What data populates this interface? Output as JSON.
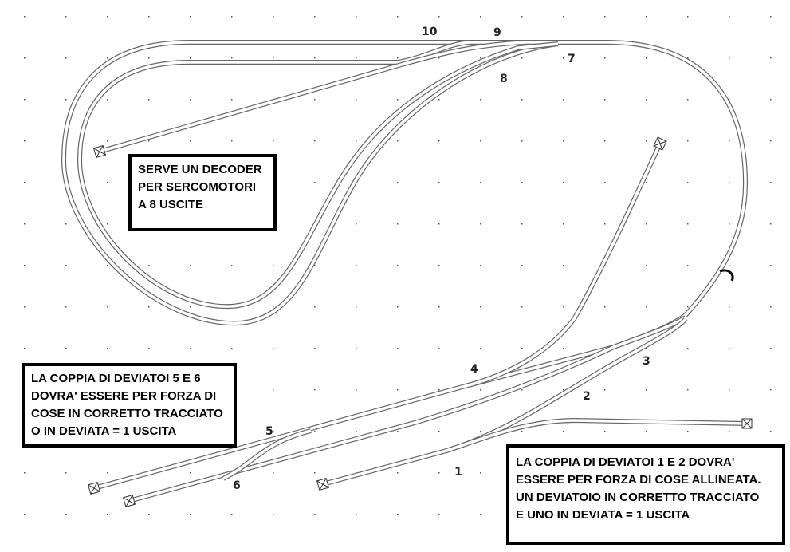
{
  "turnout_labels": [
    "1",
    "2",
    "3",
    "4",
    "5",
    "6",
    "7",
    "8",
    "9",
    "10"
  ],
  "notes": {
    "decoder": [
      "SERVE UN DECODER",
      "PER SERCOMOTORI",
      "A 8 USCITE"
    ],
    "pair_5_6": [
      "LA COPPIA DI DEVIATOI 5 E 6",
      "DOVRA' ESSERE PER FORZA DI",
      "COSE IN CORRETTO TRACCIATO",
      "O IN DEVIATA = 1 USCITA"
    ],
    "pair_1_2": [
      "LA COPPIA DI DEVIATOI 1 E 2 DOVRA'",
      "ESSERE PER FORZA DI COSE ALLINEATA.",
      "UN DEVIATOIO IN CORRETTO TRACCIATO",
      "E UNO IN DEVIATA = 1 USCITA"
    ]
  }
}
